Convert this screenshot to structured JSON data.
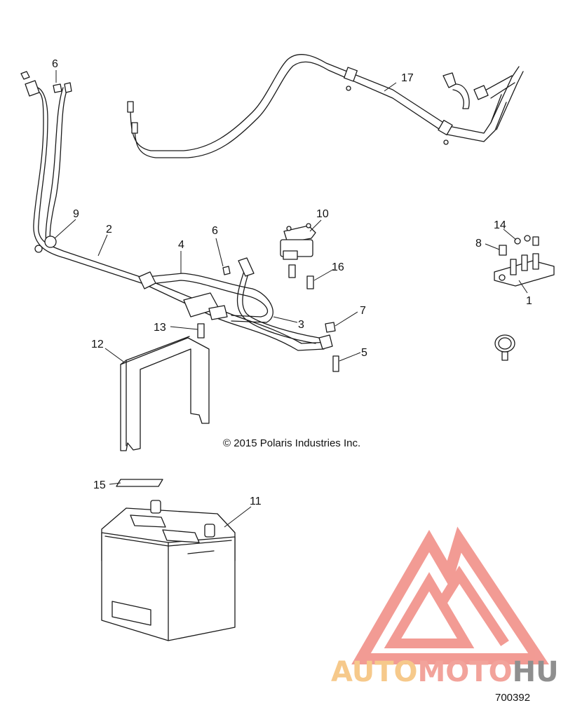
{
  "callouts": {
    "c1": "1",
    "c2": "2",
    "c3": "3",
    "c4": "4",
    "c5": "5",
    "c6a": "6",
    "c6b": "6",
    "c7": "7",
    "c8": "8",
    "c9": "9",
    "c10": "10",
    "c11": "11",
    "c12": "12",
    "c13": "13",
    "c14": "14",
    "c15": "15",
    "c16": "16",
    "c17": "17"
  },
  "copyright": "© 2015 Polaris Industries Inc.",
  "diagram_id": "700392",
  "watermark": {
    "part1": "AUTO",
    "part2": "MOTO",
    "part3": "HUB",
    "colors": {
      "auto": "#f6c98b",
      "moto": "#f2a39b",
      "hub": "#8f8f8f",
      "logo": "#f08a82"
    }
  }
}
